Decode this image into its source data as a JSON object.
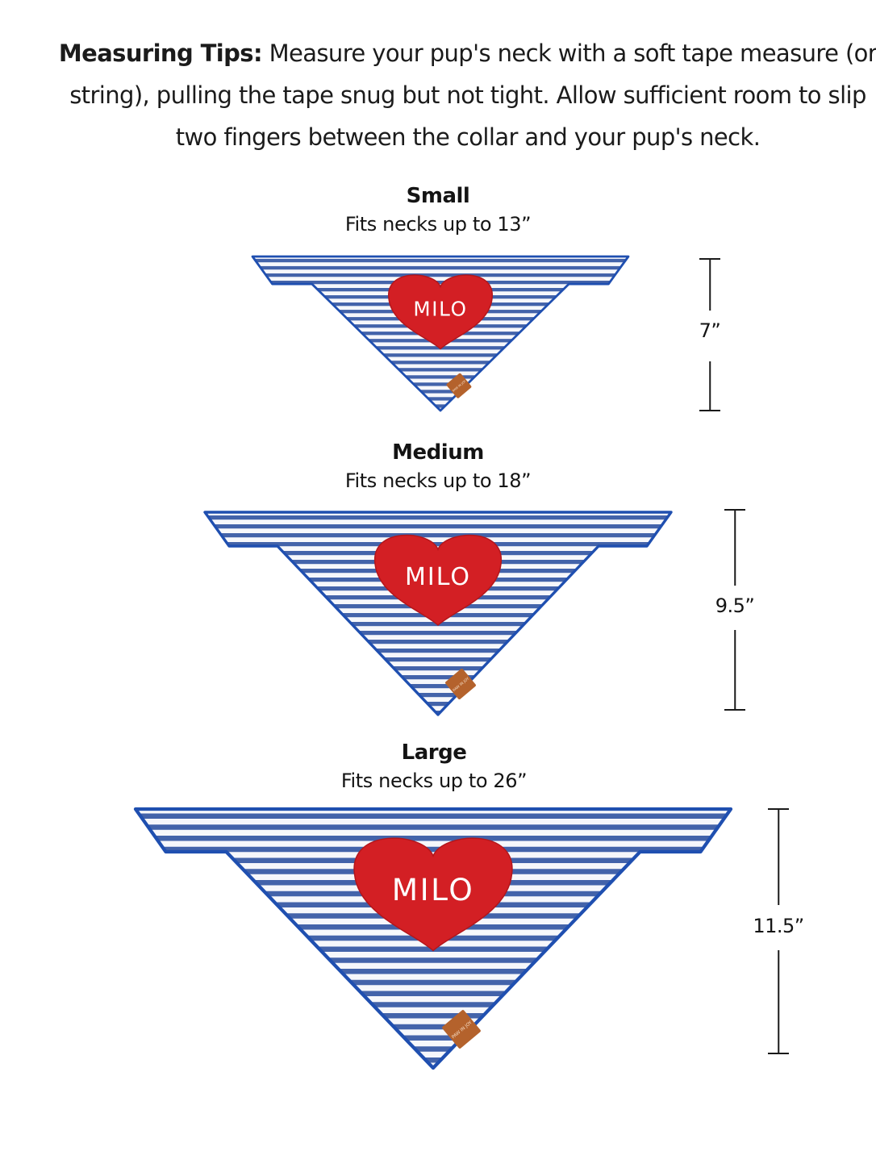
{
  "tips": {
    "heading": "Measuring Tips:",
    "body": "Measure your pup's neck with a soft tape measure (or string), pulling the tape snug but not tight. Allow sufficient room to slip two fingers between the collar and your pup's neck."
  },
  "sizes": [
    {
      "name": "Small",
      "fit": "Fits necks up to 13”",
      "height": "7”",
      "heart_text": "MILO",
      "tag_text": "PAW IN JOY"
    },
    {
      "name": "Medium",
      "fit": "Fits necks up to 18”",
      "height": "9.5”",
      "heart_text": "MILO",
      "tag_text": "PAW IN JOY"
    },
    {
      "name": "Large",
      "fit": "Fits necks up to 26”",
      "height": "11.5”",
      "heart_text": "MILO",
      "tag_text": "PAW IN JOY"
    }
  ],
  "colors": {
    "stripe_blue": "#2a4f9e",
    "edge_blue": "#1f4fb0",
    "heart_red": "#d31f24",
    "tag_brown": "#b4622c"
  }
}
